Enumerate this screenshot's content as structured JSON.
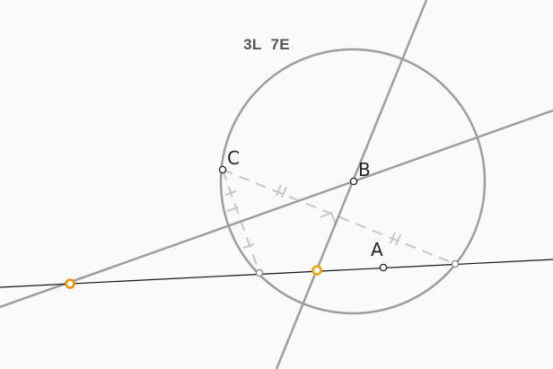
{
  "score": {
    "level": "3L",
    "moves": "7E"
  },
  "labels": {
    "point_a": "A",
    "point_b": "B",
    "point_c": "C"
  },
  "colors": {
    "background": "#fafafa",
    "construction_line": "#9e9e9e",
    "base_line": "#111111",
    "helper_dashes": "#c8c8c8",
    "highlight_point": "#f28c00",
    "text": "#555555"
  }
}
